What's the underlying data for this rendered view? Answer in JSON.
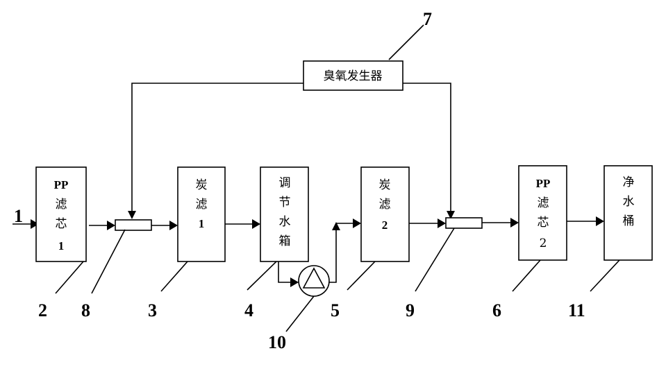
{
  "ozone_generator": {
    "label": "臭氧发生器"
  },
  "boxes": {
    "pp1": {
      "line1": "PP",
      "line2": "滤",
      "line3": "芯",
      "line4": "1"
    },
    "carbon1": {
      "line1": "炭",
      "line2": "滤",
      "line3": "1"
    },
    "tank": {
      "line1": "调",
      "line2": "节",
      "line3": "水",
      "line4": "箱"
    },
    "carbon2": {
      "line1": "炭",
      "line2": "滤",
      "line3": "2"
    },
    "pp2": {
      "line1": "PP",
      "line2": "滤",
      "line3": "芯",
      "line4": "2"
    },
    "bucket": {
      "line1": "净",
      "line2": "水",
      "line3": "桶"
    }
  },
  "numbers": {
    "n1": "1",
    "n2": "2",
    "n3": "3",
    "n4": "4",
    "n5": "5",
    "n6": "6",
    "n7": "7",
    "n8": "8",
    "n9": "9",
    "n10": "10",
    "n11": "11"
  }
}
